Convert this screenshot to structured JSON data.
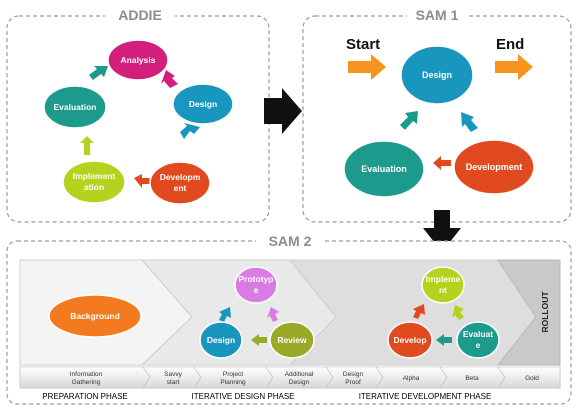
{
  "addie": {
    "title": "ADDIE",
    "nodes": {
      "analysis": "Analysis",
      "design": "Design",
      "development_l1": "Developm",
      "development_l2": "ent",
      "implementation_l1": "Implement",
      "implementation_l2": "ation",
      "evaluation": "Evaluation"
    }
  },
  "sam1": {
    "title": "SAM 1",
    "start": "Start",
    "end": "End",
    "nodes": {
      "design": "Design",
      "development": "Development",
      "evaluation": "Evaluation"
    }
  },
  "sam2": {
    "title": "SAM 2",
    "background": "Background",
    "prototype_l1": "Prototyp",
    "prototype_l2": "e",
    "design": "Design",
    "review": "Review",
    "implement_l1": "Impleme",
    "implement_l2": "nt",
    "develop": "Develop",
    "evaluate_l1": "Evaluat",
    "evaluate_l2": "e",
    "rollout": "ROLLOUT",
    "steps": [
      [
        "Information",
        "Gathering"
      ],
      [
        "Savvy",
        "start"
      ],
      [
        "Project",
        "Planning"
      ],
      [
        "Additional",
        "Design"
      ],
      [
        "Design",
        "Proof"
      ],
      [
        "Alpha"
      ],
      [
        "Beta"
      ],
      [
        "Gold"
      ]
    ],
    "phases": {
      "preparation": "PREPARATION PHASE",
      "iterative_design": "ITERATIVE DESIGN PHASE",
      "iterative_development": "ITERATIVE DEVELOPMENT PHASE"
    }
  },
  "colors": {
    "magenta": "#d31f7b",
    "teal": "#1896bd",
    "orange": "#f47a1f",
    "red_orange": "#e14a1f",
    "lime": "#b5d31e",
    "sea_green": "#1c9a8c",
    "violet": "#d87ce3",
    "olive": "#9aaa28",
    "arrow_orange": "#f7941d",
    "dashed_border": "#999999"
  }
}
